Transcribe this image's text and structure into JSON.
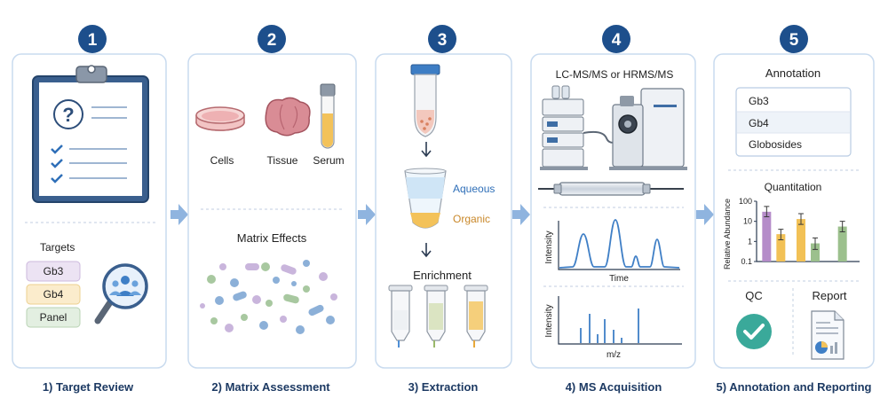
{
  "steps": [
    {
      "number": "1",
      "caption": "1) Target Review"
    },
    {
      "number": "2",
      "caption": "2) Matrix Assessment"
    },
    {
      "number": "3",
      "caption": "3) Extraction"
    },
    {
      "number": "4",
      "caption": "4) MS Acquisition"
    },
    {
      "number": "5",
      "caption": "5) Annotation and Reporting"
    }
  ],
  "panel1": {
    "question_mark": "?",
    "targets_title": "Targets",
    "chips": [
      {
        "label": "Gb3",
        "fill": "#ece3f3",
        "stroke": "#cdb8de"
      },
      {
        "label": "Gb4",
        "fill": "#fbeccc",
        "stroke": "#ecd08f"
      },
      {
        "label": "Panel",
        "fill": "#e3efe1",
        "stroke": "#b9d3b4"
      }
    ]
  },
  "panel2": {
    "samples": [
      "Cells",
      "Tissue",
      "Serum"
    ],
    "matrix_title": "Matrix Effects"
  },
  "panel3": {
    "aqueous": "Aqueous",
    "organic": "Organic",
    "enrichment": "Enrichment"
  },
  "panel4": {
    "instrument_title": "LC-MS/MS or HRMS/MS",
    "chrom_ylabel": "Intensity",
    "chrom_xlabel": "Time",
    "spec_ylabel": "Intensity",
    "spec_xlabel": "m/z"
  },
  "panel5": {
    "annotation_title": "Annotation",
    "annotation_items": [
      "Gb3",
      "Gb4",
      "Globosides"
    ],
    "quant_title": "Quantitation",
    "qc_label": "QC",
    "report_label": "Report"
  },
  "chart_data": {
    "type": "bar",
    "title": "Quantitation",
    "ylabel": "Relative Abundance",
    "yscale": "log",
    "ylim": [
      0.1,
      100
    ],
    "yticks": [
      "100",
      "10",
      "1",
      "0.1"
    ],
    "colors": [
      "#b58cc9",
      "#f2c156",
      "#9cc08d"
    ],
    "groups": [
      {
        "bars": [
          {
            "color": "#b58cc9",
            "value": 30,
            "err": [
              17,
              55
            ]
          },
          {
            "color": "#f2c156",
            "value": 2.3,
            "err": [
              1.2,
              4.0
            ]
          }
        ]
      },
      {
        "bars": [
          {
            "color": "#f2c156",
            "value": 13,
            "err": [
              7,
              24
            ]
          },
          {
            "color": "#9cc08d",
            "value": 0.8,
            "err": [
              0.4,
              1.5
            ]
          }
        ]
      },
      {
        "bars": [
          {
            "color": "#9cc08d",
            "value": 5.5,
            "err": [
              3,
              10
            ]
          }
        ]
      }
    ]
  },
  "colors": {
    "accent": "#1d4f8c",
    "panel_border": "#c9dbef",
    "arrow": "#8fb4df",
    "caption": "#1d3a63"
  }
}
